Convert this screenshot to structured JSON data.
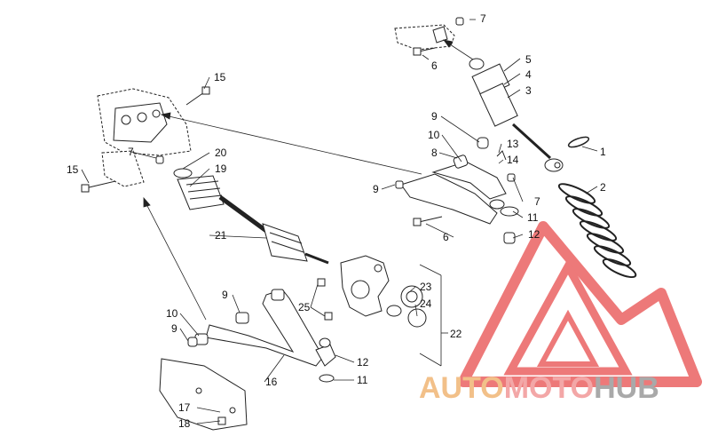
{
  "callouts": [
    "1",
    "2",
    "3",
    "4",
    "5",
    "6",
    "7",
    "8",
    "9",
    "10",
    "11",
    "12",
    "13",
    "14",
    "15",
    "16",
    "17",
    "18",
    "19",
    "20",
    "21",
    "22",
    "23",
    "24",
    "25"
  ],
  "watermark": {
    "part1": "AUTO",
    "part2": "MOTO",
    "part3": "HUB",
    "color_auto": "#f2c089",
    "color_moto": "#f3a7a7",
    "color_hub": "#a9a9a9",
    "logo_color": "#ea6262"
  }
}
